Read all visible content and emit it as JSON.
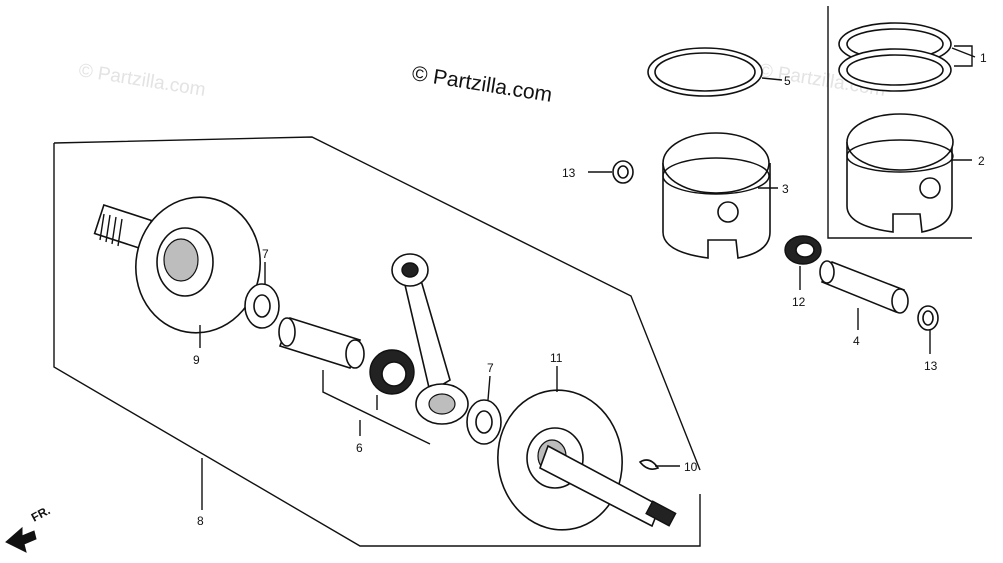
{
  "watermarks": {
    "main": "© Partzilla.com",
    "faint": "© Partzilla.com"
  },
  "direction_label": "FR.",
  "callouts": {
    "p1": "1",
    "p2": "2",
    "p3": "3",
    "p4": "4",
    "p5": "5",
    "p6": "6",
    "p7a": "7",
    "p7b": "7",
    "p8": "8",
    "p9": "9",
    "p10": "10",
    "p11": "11",
    "p12": "12",
    "p13a": "13",
    "p13b": "13"
  },
  "colors": {
    "line": "#111111",
    "background": "#ffffff",
    "watermark": "#e3e3e3"
  }
}
